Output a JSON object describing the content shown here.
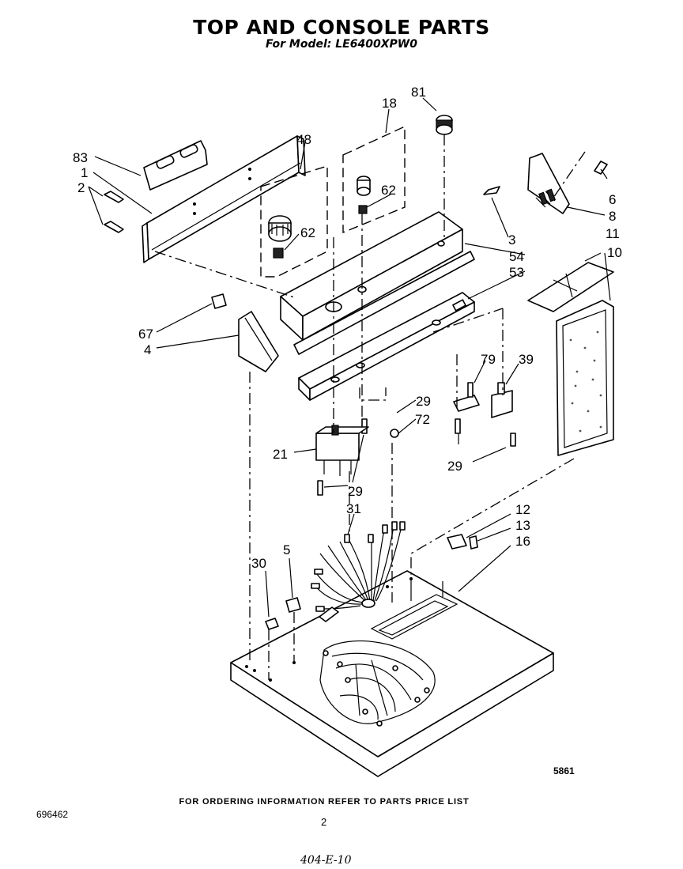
{
  "header": {
    "title": "TOP AND CONSOLE PARTS",
    "subtitle": "For Model: LE6400XPW0"
  },
  "callouts": [
    "83",
    "1",
    "2",
    "48",
    "18",
    "62",
    "81",
    "6",
    "8",
    "3",
    "11",
    "54",
    "10",
    "53",
    "67",
    "4",
    "79",
    "39",
    "29",
    "72",
    "21",
    "31",
    "12",
    "13",
    "16",
    "5",
    "30"
  ],
  "footer": {
    "diagram_code": "5861",
    "order_info": "FOR ORDERING INFORMATION REFER TO PARTS PRICE LIST",
    "doc_number": "696462",
    "page_number": "2",
    "handwritten_note": "404-E-10"
  }
}
